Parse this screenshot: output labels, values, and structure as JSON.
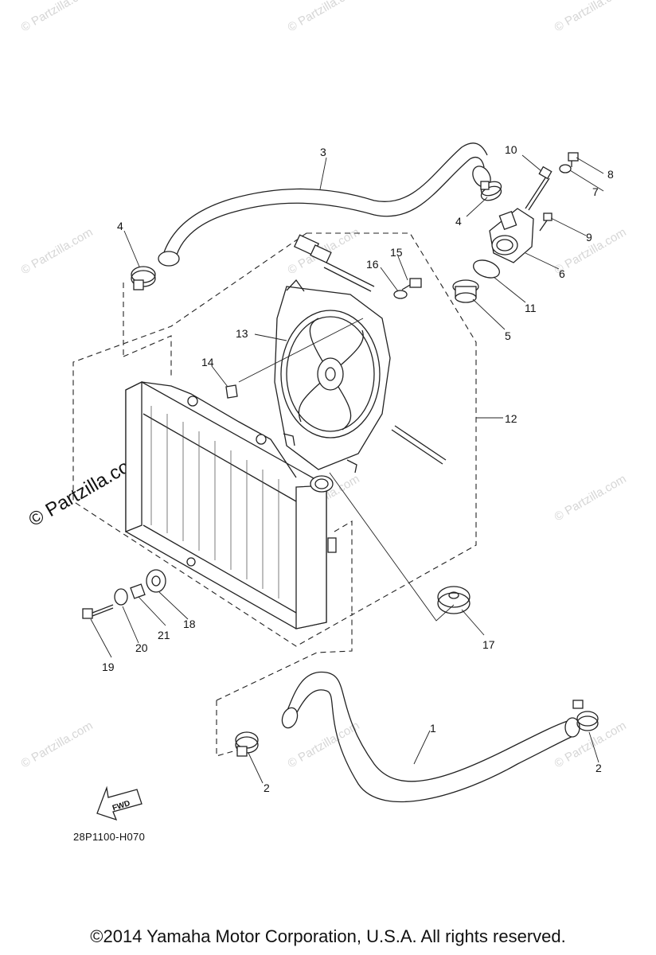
{
  "watermark": {
    "text": "© Partzilla.com",
    "large_text": "© Partzilla.com"
  },
  "part_numbers": [
    "1",
    "2",
    "2",
    "3",
    "4",
    "4",
    "5",
    "6",
    "7",
    "8",
    "9",
    "10",
    "11",
    "12",
    "13",
    "14",
    "15",
    "16",
    "17",
    "18",
    "19",
    "20",
    "21"
  ],
  "fwd_label": "FWD",
  "diagram_code": "28P1100-H070",
  "copyright": "©2014  Yamaha Motor Corporation, U.S.A. All rights reserved."
}
